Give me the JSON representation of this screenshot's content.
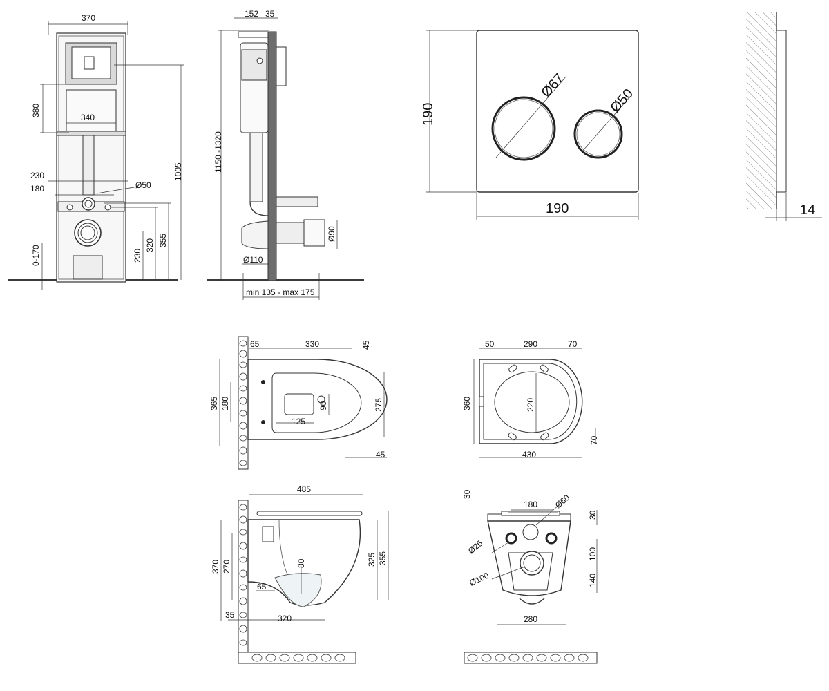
{
  "install_frame_front": {
    "width": "370",
    "flush_height": "380",
    "flush_width": "340",
    "total_height": "1005",
    "pipe_spacing_outer": "230",
    "pipe_spacing_inner": "180",
    "drain_diameter": "Ø50",
    "feet": "0-170",
    "drain_height": "230",
    "connection_height": "320",
    "outlet_height": "355"
  },
  "install_frame_side": {
    "depth": "152",
    "wall_gap": "35",
    "height_range": "1150 -1320",
    "outlet_diameter": "Ø110",
    "pipe_diameter": "Ø90",
    "projection": "min 135 - max 175"
  },
  "flush_plate": {
    "height": "190",
    "width": "190",
    "big_button": "Ø67",
    "small_button": "Ø50",
    "thickness": "14"
  },
  "toilet_top": {
    "offset": "65",
    "length": "330",
    "tip": "45",
    "width": "365",
    "bolt_spacing": "180",
    "inner_width": "275",
    "slot": "125",
    "slot_depth": "90",
    "tail": "45"
  },
  "seat_top": {
    "left_margin": "50",
    "width": "290",
    "right_margin": "70",
    "total_width": "360",
    "opening": "220",
    "bottom_margin": "70",
    "length": "430"
  },
  "toilet_side": {
    "length": "485",
    "height": "370",
    "inner": "270",
    "water": "80",
    "bowl_height": "325",
    "total_height": "355",
    "gap": "65",
    "base": "35",
    "base_length": "320"
  },
  "toilet_back": {
    "top": "30",
    "bolt_spacing": "180",
    "inlet": "Ø60",
    "top_gap": "30",
    "bolt_hole": "Ø25",
    "height_upper": "100",
    "outlet": "Ø100",
    "height_lower": "140",
    "width": "280"
  }
}
